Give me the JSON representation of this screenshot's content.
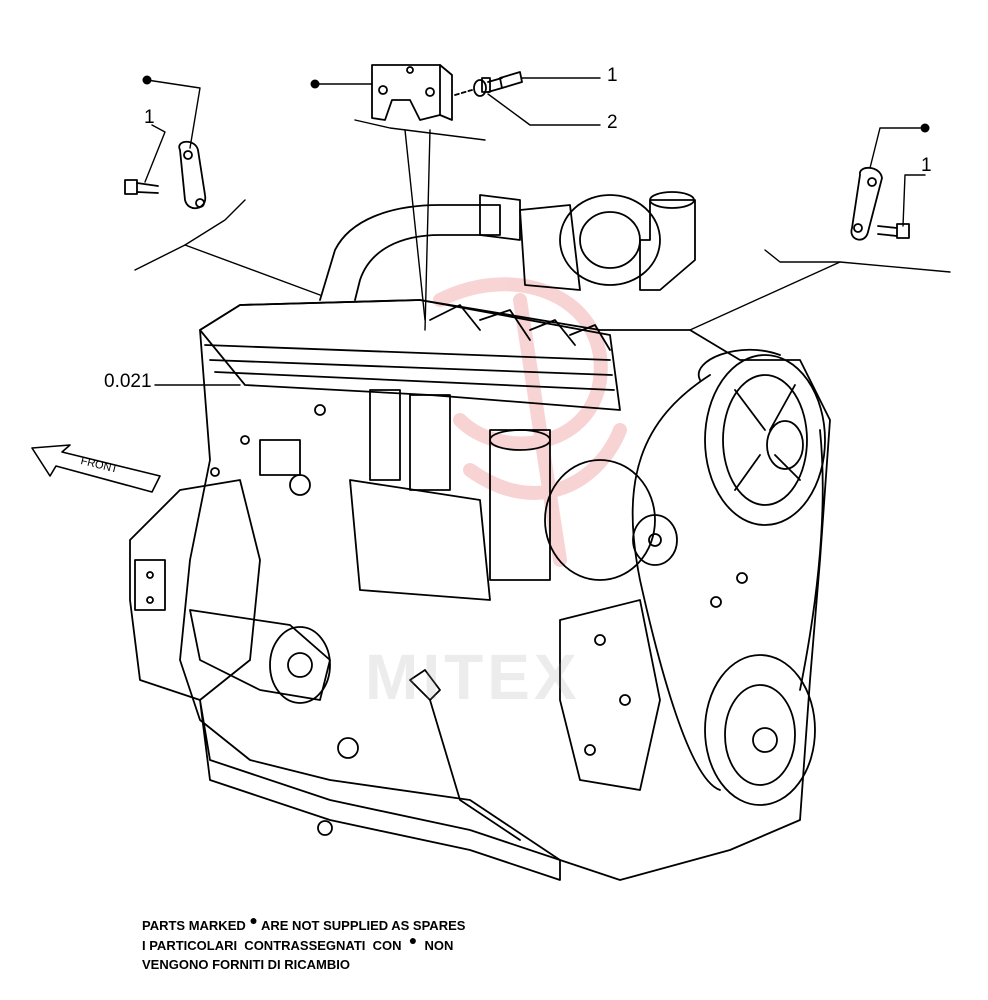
{
  "callouts": {
    "top_bolt": "1",
    "top_washer": "2",
    "left_bolt": "1",
    "right_bolt": "1",
    "engine_ref": "0.021",
    "front_label": "FRONT"
  },
  "watermark": "MITEX",
  "notes": {
    "line1_prefix": "PARTS MARKED",
    "line1_suffix": "ARE NOT SUPPLIED AS SPARES",
    "line2_prefix": "I PARTICOLARI  CONTRASSEGNATI  CON",
    "line2_suffix": "NON",
    "line3": "VENGONO FORNITI DI RICAMBIO",
    "marker": "●"
  },
  "colors": {
    "ink": "#000000",
    "watermark_red": "#e23b3b"
  }
}
